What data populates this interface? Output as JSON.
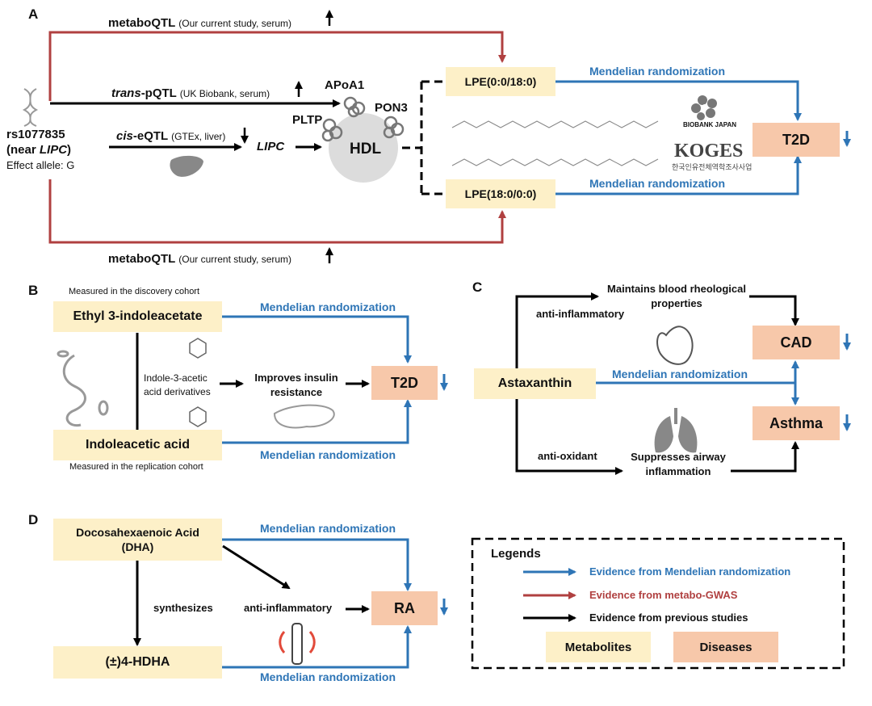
{
  "colors": {
    "metabolite_fill": "#fdf0c8",
    "disease_fill": "#f7c8aa",
    "mr_arrow": "#2e75b6",
    "gwas_arrow": "#b04040",
    "previous_arrow": "#000000"
  },
  "panel_a": {
    "letter": "A",
    "top_metaboqtl_bold": "metaboQTL",
    "top_metaboqtl_rest": "(Our current study, serum)",
    "bottom_metaboqtl_bold": "metaboQTL",
    "bottom_metaboqtl_rest": "(Our current study, serum)",
    "trans_pqtl_italic": "trans",
    "trans_pqtl_bold": "-pQTL",
    "trans_pqtl_rest": "(UK Biobank, serum)",
    "cis_eqtl_italic": "cis",
    "cis_eqtl_bold": "-eQTL",
    "cis_eqtl_rest": "(GTEx, liver)",
    "snp_id": "rs1077835",
    "snp_near_prefix": "(near ",
    "snp_near_gene": "LIPC",
    "snp_near_suffix": ")",
    "effect_allele": "Effect allele: G",
    "lipc": "LIPC",
    "apoa1": "APoA1",
    "pltp": "PLTP",
    "pon3": "PON3",
    "hdl": "HDL",
    "lpe_top": "LPE(0:0/18:0)",
    "lpe_bottom": "LPE(18:0/0:0)",
    "mr_top": "Mendelian randomization",
    "mr_bottom": "Mendelian randomization",
    "disease": "T2D",
    "biobank_logo": "BIOBANK JAPAN",
    "koges_logo": "KOGES",
    "koges_sub": "한국인유전체역학조사사업"
  },
  "panel_b": {
    "letter": "B",
    "discovery_note": "Measured in the discovery cohort",
    "replication_note": "Measured in the replication cohort",
    "metabolite_top": "Ethyl 3-indoleacetate",
    "metabolite_bottom": "Indoleacetic acid",
    "derivatives": "Indole-3-acetic acid derivatives",
    "mechanism": "Improves insulin resistance",
    "mr_top": "Mendelian randomization",
    "mr_bottom": "Mendelian randomization",
    "disease": "T2D"
  },
  "panel_c": {
    "letter": "C",
    "metabolite": "Astaxanthin",
    "anti_inflammatory": "anti-inflammatory",
    "anti_oxidant": "anti-oxidant",
    "mechanism_top": "Maintains blood rheological properties",
    "mechanism_bottom": "Suppresses airway inflammation",
    "mr": "Mendelian randomization",
    "disease_top": "CAD",
    "disease_bottom": "Asthma"
  },
  "panel_d": {
    "letter": "D",
    "metabolite_top": "Docosahexaenoic Acid (DHA)",
    "metabolite_bottom": "(±)4-HDHA",
    "synthesizes": "synthesizes",
    "anti_inflammatory": "anti-inflammatory",
    "mr_top": "Mendelian randomization",
    "mr_bottom": "Mendelian randomization",
    "disease": "RA"
  },
  "legend": {
    "title": "Legends",
    "mr": "Evidence from Mendelian randomization",
    "gwas": "Evidence from metabo-GWAS",
    "previous": "Evidence from previous studies",
    "metabolites": "Metabolites",
    "diseases": "Diseases"
  }
}
